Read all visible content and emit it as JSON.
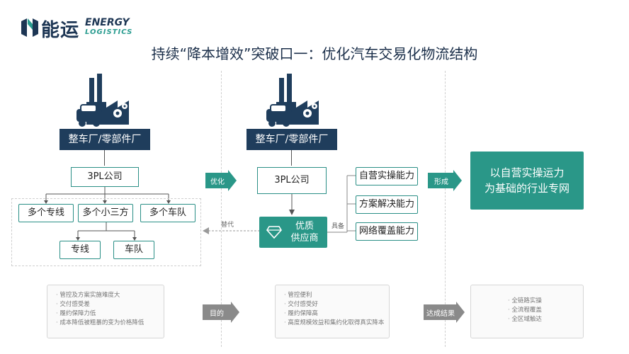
{
  "logo": {
    "cn": "能运",
    "en_line1": "ENERGY",
    "en_line2": "LOGISTICS"
  },
  "title": "持续“降本增效”突破口一：优化汽车交易化物流结构",
  "left": {
    "factory_label": "整车厂/零部件厂",
    "company": "3PL公司",
    "tier1": [
      "多个专线",
      "多个小三方",
      "多个车队"
    ],
    "tier2": [
      "专线",
      "车队"
    ]
  },
  "mid": {
    "factory_label": "整车厂/零部件厂",
    "company": "3PL公司",
    "supplier_line1": "优质",
    "supplier_line2": "供应商",
    "replace_label": "替代",
    "has_label": "具备",
    "capabilities": [
      "自营实操能力",
      "方案解决能力",
      "网络覆盖能力"
    ]
  },
  "arrows": {
    "optimize": "优化",
    "form": "形成",
    "goal": "目的",
    "result": "达成结果"
  },
  "right": {
    "result_line1": "以自营实操运力",
    "result_line2": "为基础的行业专网"
  },
  "summaries": {
    "left": [
      "管控及方案实施难度大",
      "交付感受差",
      "履约保障力低",
      "成本降低被粗暴的变为价格降低"
    ],
    "mid": [
      "管控便利",
      "交付感受好",
      "履约保障高",
      "高度规模效益和集约化取得真实降本"
    ],
    "right": [
      "全链路实操",
      "全流程覆盖",
      "全区域触达"
    ]
  },
  "colors": {
    "navy": "#1f3d5c",
    "teal": "#2a9788",
    "arrow_gray": "#8a8a8a"
  }
}
